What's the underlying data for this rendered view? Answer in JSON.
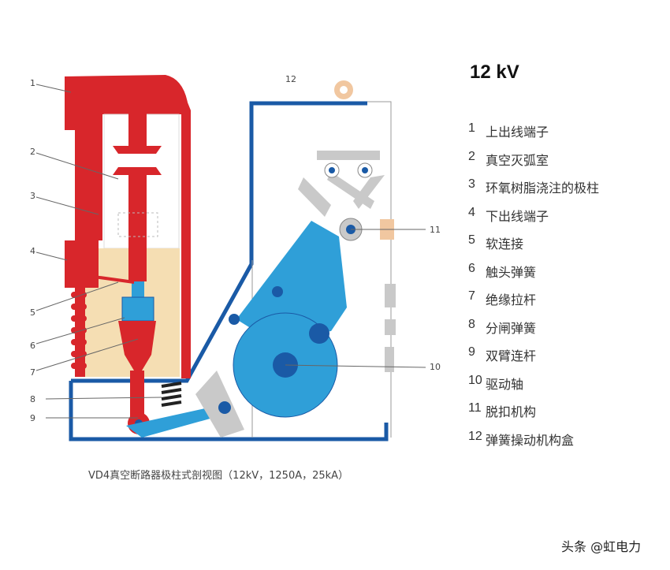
{
  "title": "12 kV",
  "legend": [
    {
      "num": "1",
      "label": "上出线端子"
    },
    {
      "num": "2",
      "label": "真空灭弧室"
    },
    {
      "num": "3",
      "label": "环氧树脂浇注的极柱"
    },
    {
      "num": "4",
      "label": "下出线端子"
    },
    {
      "num": "5",
      "label": "软连接"
    },
    {
      "num": "6",
      "label": "触头弹簧"
    },
    {
      "num": "7",
      "label": "绝缘拉杆"
    },
    {
      "num": "8",
      "label": "分闸弹簧"
    },
    {
      "num": "9",
      "label": "双臂连杆"
    },
    {
      "num": "10",
      "label": "驱动轴"
    },
    {
      "num": "11",
      "label": "脱扣机构"
    },
    {
      "num": "12",
      "label": "弹簧操动机构盒"
    }
  ],
  "caption": "VD4真空断路器极柱式剖视图（12kV，1250A，25kA）",
  "watermark": "头条 @虹电力",
  "colors": {
    "pole": "#d8262b",
    "resin": "#f5deb3",
    "mechanism": "#2f9fd8",
    "frame": "#1a5aa6",
    "gray": "#c9c9c9"
  }
}
